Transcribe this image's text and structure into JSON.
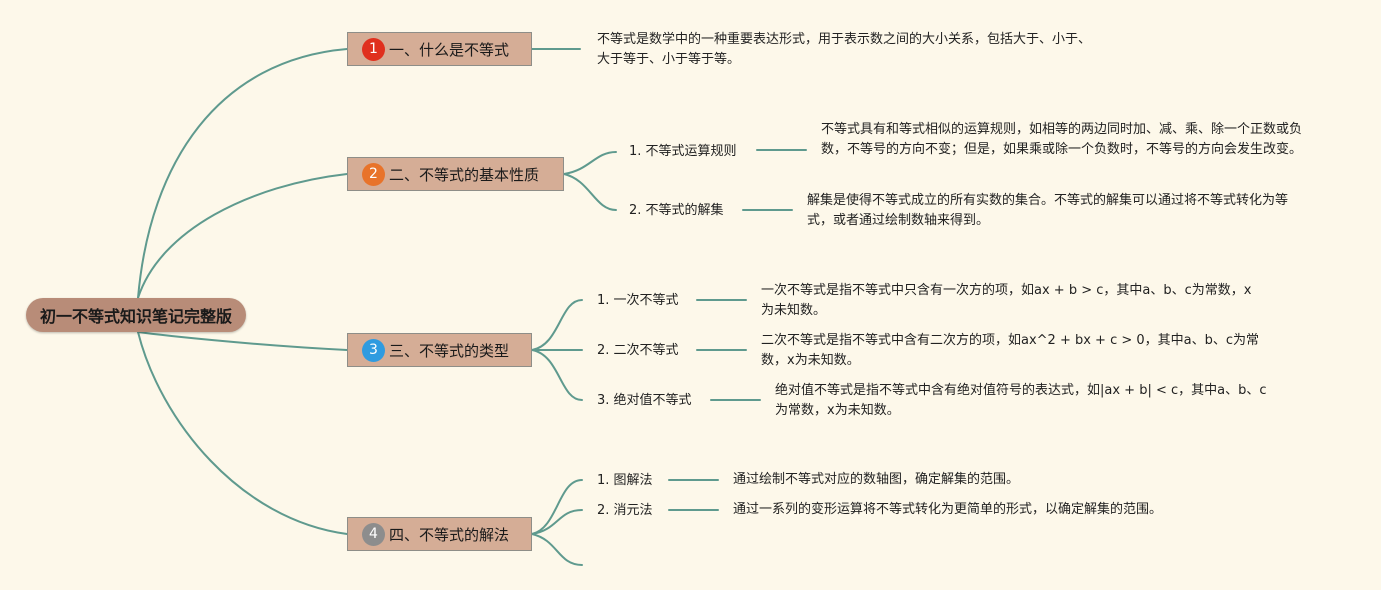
{
  "root": {
    "label": "初一不等式知识笔记完整版"
  },
  "branches": [
    {
      "num": "1",
      "color": "#e0301e",
      "label": "一、什么是不等式",
      "desc": "不等式是数学中的一种重要表达形式，用于表示数之间的大小关系，包括大于、小于、大于等于、小于等于等。",
      "children": []
    },
    {
      "num": "2",
      "color": "#e8732a",
      "label": "二、不等式的基本性质",
      "children": [
        {
          "label": "1. 不等式运算规则",
          "desc": "不等式具有和等式相似的运算规则，如相等的两边同时加、减、乘、除一个正数或负数，不等号的方向不变；但是，如果乘或除一个负数时，不等号的方向会发生改变。"
        },
        {
          "label": "2. 不等式的解集",
          "desc": "解集是使得不等式成立的所有实数的集合。不等式的解集可以通过将不等式转化为等式，或者通过绘制数轴来得到。"
        }
      ]
    },
    {
      "num": "3",
      "color": "#2f9be0",
      "label": "三、不等式的类型",
      "children": [
        {
          "label": "1. 一次不等式",
          "desc": "一次不等式是指不等式中只含有一次方的项，如ax + b > c，其中a、b、c为常数，x为未知数。"
        },
        {
          "label": "2. 二次不等式",
          "desc": "二次不等式是指不等式中含有二次方的项，如ax^2 + bx + c > 0，其中a、b、c为常数，x为未知数。"
        },
        {
          "label": "3. 绝对值不等式",
          "desc": "绝对值不等式是指不等式中含有绝对值符号的表达式，如|ax + b| < c，其中a、b、c为常数，x为未知数。"
        }
      ]
    },
    {
      "num": "4",
      "color": "#8d8d8d",
      "label": "四、不等式的解法",
      "children": [
        {
          "label": "1. 图解法",
          "desc": "通过绘制不等式对应的数轴图，确定解集的范围。"
        },
        {
          "label": "2. 消元法",
          "desc": "通过一系列的变形运算将不等式转化为更简单的形式，以确定解集的范围。"
        },
        {
          "label": "",
          "desc": ""
        }
      ]
    }
  ]
}
